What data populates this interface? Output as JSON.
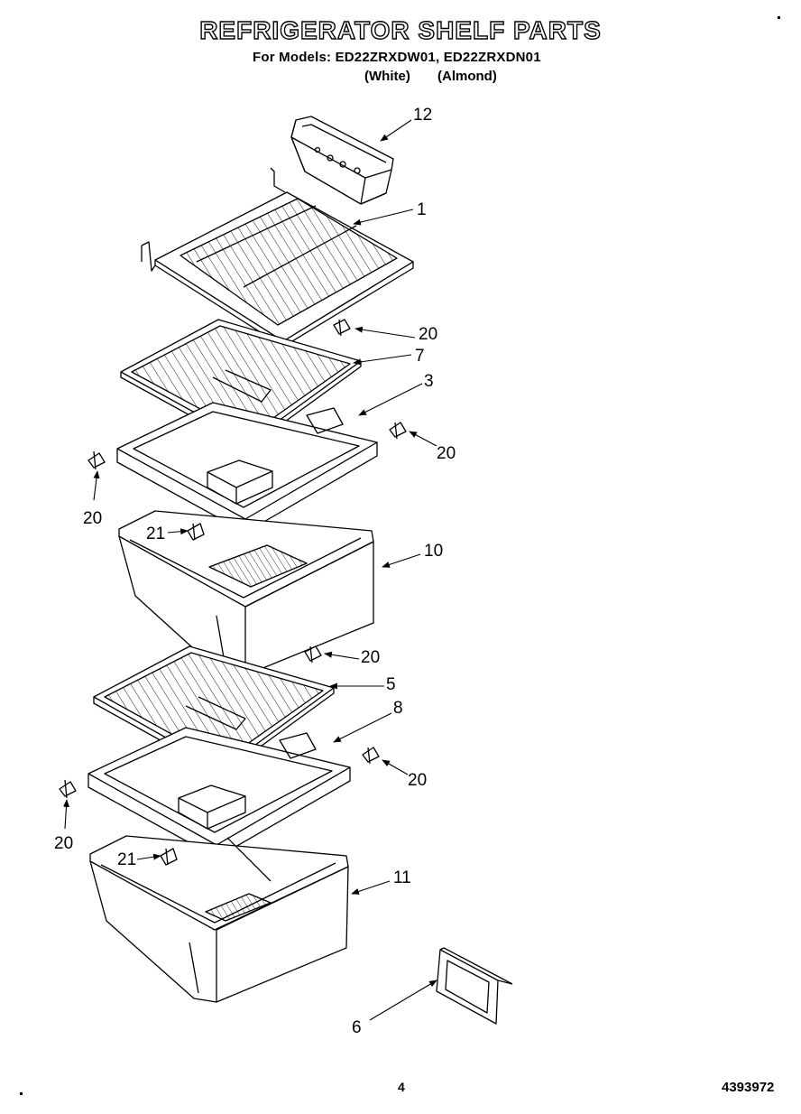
{
  "header": {
    "title": "REFRIGERATOR SHELF PARTS",
    "models_line": "For Models: ED22ZRXDW01, ED22ZRXDN01",
    "variant_white": "(White)",
    "variant_almond": "(Almond)"
  },
  "callouts": {
    "c1": "1",
    "c3": "3",
    "c5": "5",
    "c6": "6",
    "c7": "7",
    "c8": "8",
    "c10": "10",
    "c11": "11",
    "c12": "12",
    "c20a": "20",
    "c20b": "20",
    "c20c": "20",
    "c20d": "20",
    "c20e": "20",
    "c20f": "20",
    "c21a": "21",
    "c21b": "21"
  },
  "footer": {
    "page_number": "4",
    "document_number": "4393972"
  }
}
